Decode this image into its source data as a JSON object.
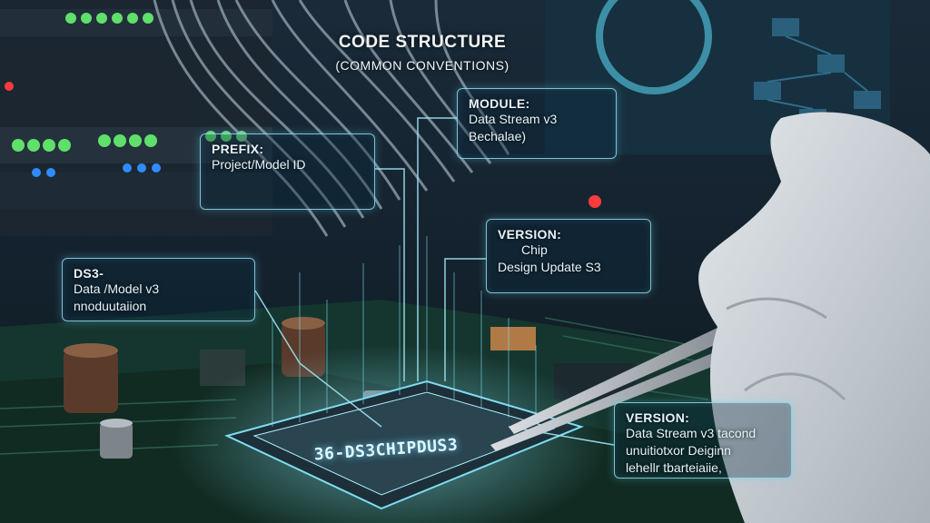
{
  "title": {
    "main": "CODE STRUCTURE",
    "sub": "(COMMON CONVENTIONS)"
  },
  "callouts": {
    "prefix": {
      "label": "PREFIX:",
      "lines": [
        "Project/Model ID"
      ]
    },
    "module": {
      "label": "MODULE:",
      "lines": [
        "Data Stream v3",
        "Bechalae)"
      ]
    },
    "version": {
      "label": "VERSION:",
      "lines": [
        "Chip",
        "Design Update S3"
      ]
    },
    "ds3": {
      "label": "DS3-",
      "lines": [
        "Data /Model v3",
        "nnoduutaiion"
      ]
    },
    "version2": {
      "label": "VERSION:",
      "lines": [
        "Data Stream v3 tacond",
        "unuitiotxor Deiginn",
        "lehellr tbarteiaiie,"
      ]
    }
  },
  "chip": {
    "code": "36-DS3CHIPDUS3"
  },
  "colors": {
    "glow": "#7fdcf0",
    "led_green": "#5fe06a",
    "led_blue": "#2f8cff",
    "led_red": "#ff3b3b",
    "pcb": "#15362e"
  },
  "icons": [
    "tweezers-icon",
    "gloved-hand-icon",
    "server-rack-icon",
    "chip-icon"
  ]
}
